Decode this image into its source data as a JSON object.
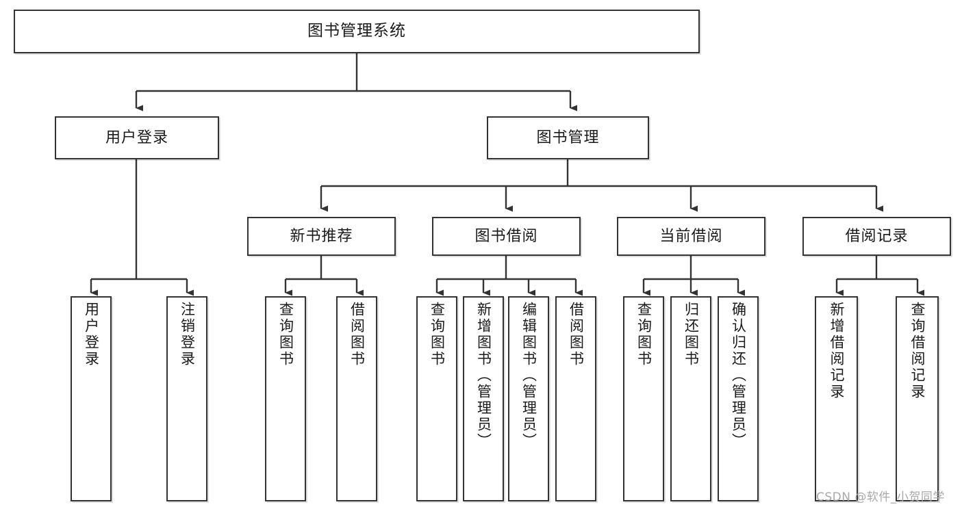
{
  "diagram": {
    "title": "图书管理系统",
    "type": "functional-decomposition-tree",
    "levels": 4,
    "nodes": {
      "root": {
        "label": "图书管理系统",
        "orientation": "horizontal"
      },
      "l1": [
        {
          "label": "用户登录",
          "orientation": "horizontal"
        },
        {
          "label": "图书管理",
          "orientation": "horizontal"
        }
      ],
      "l2": [
        {
          "label": "新书推荐",
          "orientation": "horizontal"
        },
        {
          "label": "图书借阅",
          "orientation": "horizontal"
        },
        {
          "label": "当前借阅",
          "orientation": "horizontal"
        },
        {
          "label": "借阅记录",
          "orientation": "horizontal"
        }
      ],
      "leaves": {
        "user_login": [
          {
            "label": "用户登录",
            "orientation": "vertical"
          },
          {
            "label": "注销登录",
            "orientation": "vertical"
          }
        ],
        "new_book": [
          {
            "label": "查询图书",
            "orientation": "vertical"
          },
          {
            "label": "借阅图书",
            "orientation": "vertical"
          }
        ],
        "book_borrow": [
          {
            "label": "查询图书",
            "orientation": "vertical"
          },
          {
            "label": "新增图书（管理员）",
            "orientation": "vertical"
          },
          {
            "label": "编辑图书（管理员）",
            "orientation": "vertical"
          },
          {
            "label": "借阅图书",
            "orientation": "vertical"
          }
        ],
        "current_borrow": [
          {
            "label": "查询图书",
            "orientation": "vertical"
          },
          {
            "label": "归还图书",
            "orientation": "vertical"
          },
          {
            "label": "确认归还（管理员）",
            "orientation": "vertical"
          }
        ],
        "borrow_record": [
          {
            "label": "新增借阅记录",
            "orientation": "vertical"
          },
          {
            "label": "查询借阅记录",
            "orientation": "vertical"
          }
        ]
      }
    },
    "colors": {
      "stroke": "#333333",
      "background": "#ffffff",
      "text": "#1a1a1a",
      "watermark": "#a8a8a8"
    }
  },
  "watermark": {
    "text": "CSDN @软件_小贺同学"
  }
}
